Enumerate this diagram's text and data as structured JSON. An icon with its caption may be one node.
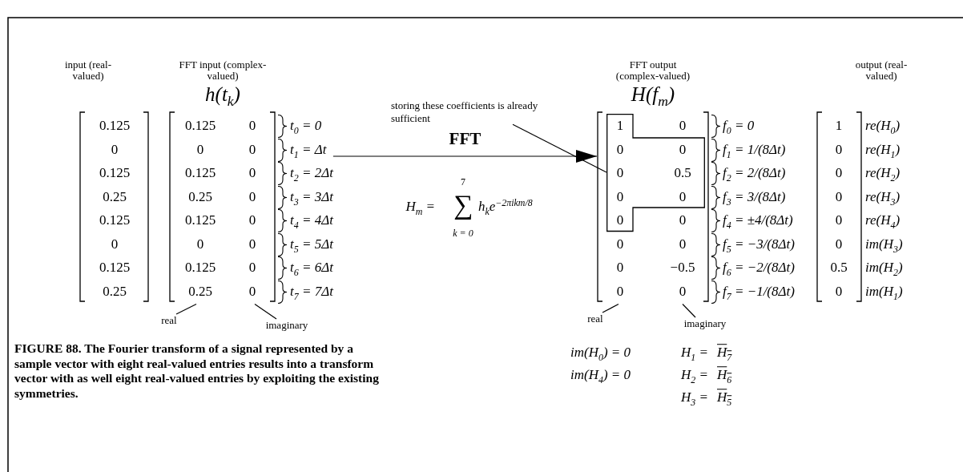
{
  "diagram": {
    "caption": "FIGURE 88. The Fourier transform of a signal represented by a sample vector with eight real-valued entries results into a transform vector with as well eight real-valued entries by exploiting the existing symmetries.",
    "nodes": [
      {
        "text": [
          "FFT input (complex-valued)",
          "h(t$_{k}$)",
          "t$_{0}$ = 0",
          "t$_{1}$ = Δt",
          "t$_{2}$ = 2Δt",
          "t$_{3}$ = 3Δt",
          "t$_{4}$ = 4Δt",
          "t$_{5}$ = 5Δt",
          "t$_{6}$ = 6Δt",
          "t$_{7}$ = 7Δt"
        ]
      },
      {
        "text": [
          "FFT output (complex-valued)",
          "H(f$_{m}$)",
          "f$_{0}$ = 0",
          "f$_{1}$ = 1/(8Δt)",
          "f$_{2}$ = 2/(8Δt)",
          "f$_{3}$ = 3/(8Δt)",
          "f$_{4}$ = ±4/(8Δt)",
          "f$_{5}$ = −3/(8Δt)",
          "f$_{6}$ = −2/(8Δt)",
          "f$_{7}$ = −1/(8Δt)"
        ]
      },
      {
        "text": [],
        "shape": "box",
        "in": 1
      },
      {
        "text": [
          "storing these coefficients is already sufficient"
        ]
      },
      {
        "text": [
          "real"
        ]
      },
      {
        "text": [
          "imaginary"
        ]
      },
      {
        "text": [
          "real"
        ]
      },
      {
        "text": [
          "imaginary"
        ]
      }
    ],
    "edges": [
      {
        "from": 0,
        "to": 1,
        "arrow": "to",
        "label": "FFT"
      },
      {
        "from": 3,
        "to": 2,
        "arrow": "none"
      },
      {
        "from": 4,
        "to": 0,
        "arrow": "none"
      },
      {
        "from": 5,
        "to": 0,
        "arrow": "none"
      },
      {
        "from": 6,
        "to": 1,
        "arrow": "none"
      },
      {
        "from": 7,
        "to": 1,
        "arrow": "none"
      }
    ],
    "labels": [
      "input (real-valued)",
      "output (real-valued)",
      "0.125",
      "0",
      "0.125",
      "0.25",
      "0.125",
      "0",
      "0.125",
      "0.25",
      "0.125",
      "0",
      "0",
      "0",
      "0.125",
      "0",
      "0.25",
      "0",
      "0.125",
      "0",
      "0",
      "0",
      "0.125",
      "0",
      "0.25",
      "0",
      "7",
      "H$_{m}$ =",
      "∑",
      "h$_{k}$e$^{−2πikm/8}$",
      "k = 0",
      "1",
      "0",
      "0",
      "0",
      "0",
      "0.5",
      "0",
      "0",
      "0",
      "0",
      "0",
      "0",
      "0",
      "−0.5",
      "0",
      "0",
      "1",
      "0",
      "0",
      "0",
      "0",
      "0",
      "0.5",
      "0",
      "re(H$_{0}$)",
      "re(H$_{1}$)",
      "re(H$_{2}$)",
      "re(H$_{3}$)",
      "re(H$_{4}$)",
      "im(H$_{3}$)",
      "im(H$_{2}$)",
      "im(H$_{1}$)",
      "im(H$_{0}$) = 0",
      "H$_{1}$ =",
      "H$_{7}$",
      "im(H$_{4}$) = 0",
      "H$_{2}$ =",
      "H$_{6}$",
      "H$_{3}$ =",
      "H$_{5}$"
    ]
  }
}
